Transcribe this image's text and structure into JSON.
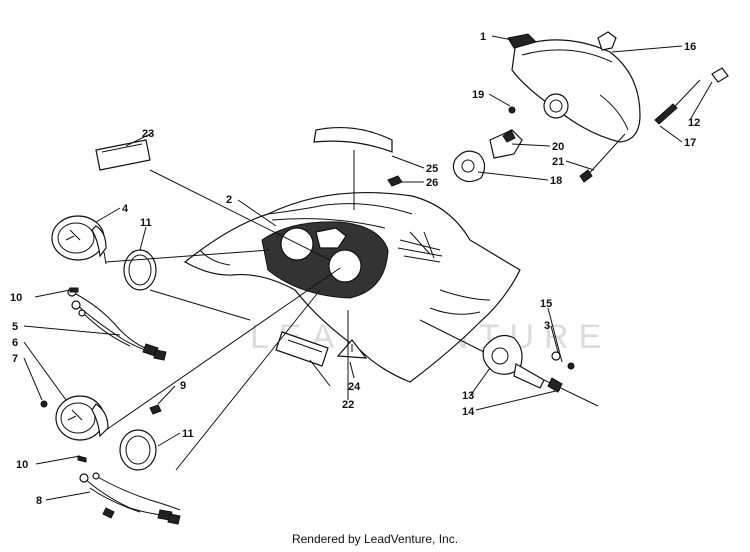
{
  "watermark": "LEADVENTURE",
  "footer": "Rendered by LeadVenture, Inc.",
  "callouts": {
    "c1": "1",
    "c16": "16",
    "c19": "19",
    "c12": "12",
    "c20": "20",
    "c17": "17",
    "c21": "21",
    "c18": "18",
    "c23": "23",
    "c25": "25",
    "c26": "26",
    "c2": "2",
    "c4": "4",
    "c11a": "11",
    "c10a": "10",
    "c5": "5",
    "c6": "6",
    "c7": "7",
    "c9": "9",
    "c11b": "11",
    "c10b": "10",
    "c8": "8",
    "c24": "24",
    "c22": "22",
    "c15": "15",
    "c3": "3",
    "c13": "13",
    "c14": "14"
  }
}
